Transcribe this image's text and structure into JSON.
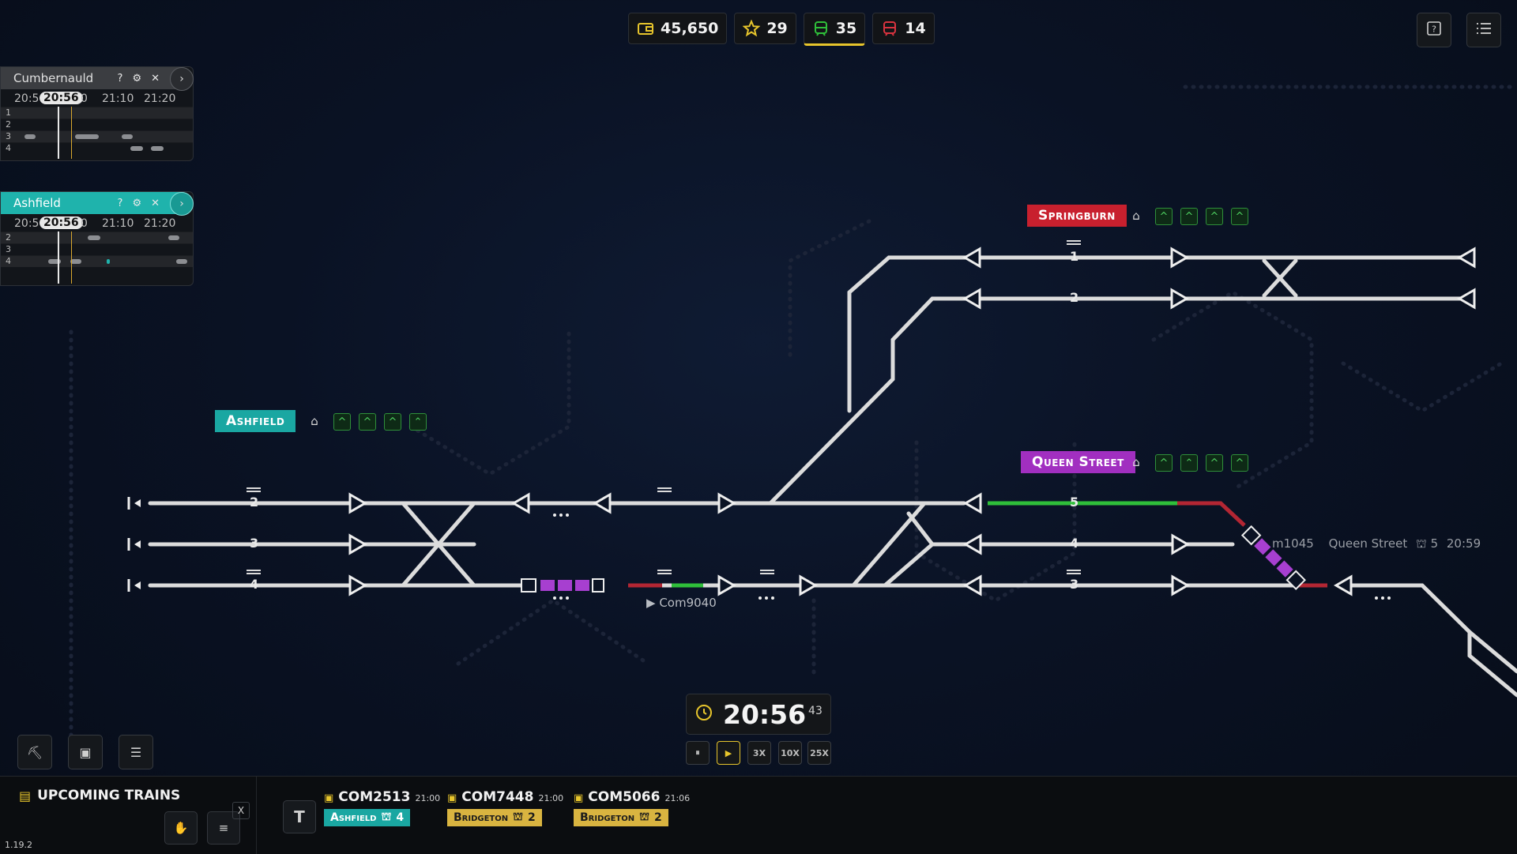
{
  "stats": {
    "money": "45,650",
    "stars": "29",
    "trains_on_time": "35",
    "trains_late": "14"
  },
  "colors": {
    "accent": "#e7c52c",
    "ashfield": "#1aa7a2",
    "springburn": "#c8202e",
    "queen_street": "#a12fc0",
    "track": "#d9d9d9",
    "signal_green": "#2fbf3a"
  },
  "top_right": {
    "help_icon": "help-icon",
    "menu_icon": "list-icon"
  },
  "panels": [
    {
      "name": "Cumbernauld",
      "times": [
        "20:5",
        "20:56",
        "0",
        "21:10",
        "21:20"
      ],
      "rows": [
        "1",
        "2",
        "3",
        "4"
      ]
    },
    {
      "name": "Ashfield",
      "times": [
        "20:5",
        "20:56",
        "0",
        "21:10",
        "21:20"
      ],
      "rows": [
        "2",
        "3",
        "4"
      ]
    }
  ],
  "stations": {
    "ashfield": {
      "label": "Ashfield"
    },
    "springburn": {
      "label": "Springburn"
    },
    "queen_street": {
      "label": "Queen Street"
    }
  },
  "platforms": {
    "ashfield": [
      "2",
      "3",
      "4"
    ],
    "springburn": [
      "1",
      "2"
    ],
    "queen_street": [
      "5",
      "4",
      "3"
    ]
  },
  "trains_on_map": {
    "com9040": "Com9040",
    "com1045": "m1045",
    "com1045_dest": "Queen Street",
    "com1045_platform": "5",
    "com1045_time": "20:59"
  },
  "clock": {
    "time": "20:56",
    "seconds": "43"
  },
  "speed_controls": [
    "⏸",
    "▶",
    "3X",
    "10X",
    "25X"
  ],
  "bottom": {
    "title": "Upcoming Trains",
    "close_label": "X",
    "version": "1.19.2",
    "filter_label": "T",
    "trains": [
      {
        "id": "COM2513",
        "time": "21:00",
        "dest": "Ashfield",
        "platform": "4"
      },
      {
        "id": "COM7448",
        "time": "21:00",
        "dest": "Bridgeton",
        "platform": "2"
      },
      {
        "id": "COM5066",
        "time": "21:06",
        "dest": "Bridgeton",
        "platform": "2"
      }
    ]
  }
}
